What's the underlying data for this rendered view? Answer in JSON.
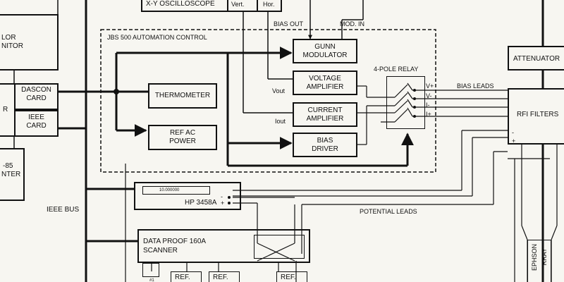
{
  "top": {
    "oscilloscope": "X-Y OSCILLOSCOPE",
    "vert": "Vert.",
    "hor": "Hor."
  },
  "left": {
    "monitor_line1": "LOR",
    "monitor_line2": "NITOR",
    "dascon_line1": "DASCON",
    "dascon_line2": "CARD",
    "ieee_line1": "IEEE",
    "ieee_line2": "CARD",
    "partial_r": "R",
    "x85_line1": "-85",
    "x85_line2": "NTER",
    "ieee_bus": "IEEE BUS"
  },
  "automation": {
    "title": "JBS 500 AUTOMATION CONTROL",
    "gunn_line1": "GUNN",
    "gunn_line2": "MODULATOR",
    "thermometer": "THERMOMETER",
    "voltage_line1": "VOLTAGE",
    "voltage_line2": "AMPLIFIER",
    "current_line1": "CURRENT",
    "current_line2": "AMPLIFIER",
    "refac_line1": "REF AC",
    "refac_line2": "POWER",
    "bias_line1": "BIAS",
    "bias_line2": "DRIVER",
    "relay_label": "4-POLE RELAY",
    "vout": "Vout",
    "iout": "Iout"
  },
  "signals": {
    "bias_out": "BIAS OUT",
    "mod_in": "MOD. IN",
    "v_plus": "V+",
    "v_minus": "V-",
    "i_minus": "I-",
    "i_plus": "I+",
    "bias_leads": "BIAS LEADS",
    "potential_leads": "POTENTIAL LEADS"
  },
  "instruments": {
    "hp_display": "10.000000",
    "hp_name": "HP 3458A",
    "hp_minus": "-",
    "hp_plus": "+",
    "scanner_line1": "DATA PROOF 160A",
    "scanner_line2": "SCANNER",
    "ref1": "REF.",
    "ref2": "REF.",
    "ref3": "REF.",
    "hash_label": "#1"
  },
  "right": {
    "attenuator": "ATTENUATOR",
    "rfi_filters": "RFI FILTERS",
    "rfi_plus": "+",
    "rfi_minus": "-",
    "josephson": "EPHSON",
    "array": "RRAY"
  }
}
